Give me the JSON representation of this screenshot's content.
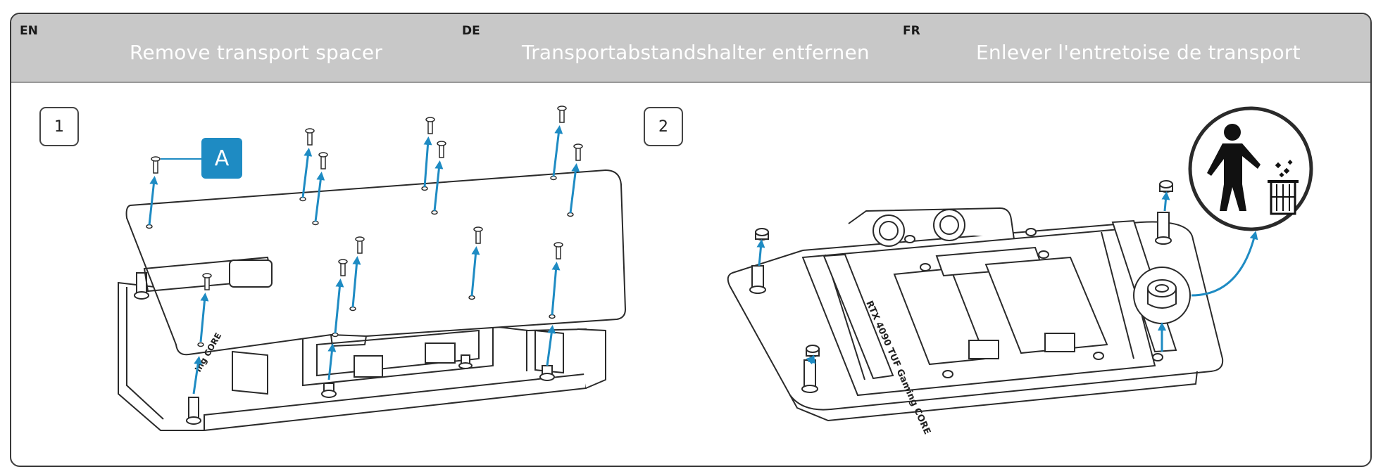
{
  "header": {
    "columns": [
      {
        "lang": "EN",
        "title": "Remove transport spacer"
      },
      {
        "lang": "DE",
        "title": "Transportabstandshalter entfernen"
      },
      {
        "lang": "FR",
        "title": "Enlever l'entretoise de transport"
      }
    ]
  },
  "steps": [
    {
      "number": "1",
      "callout": "A",
      "plate_text": "ing CORE"
    },
    {
      "number": "2",
      "plate_text": "RTX 4090 TUF Gaming CORE"
    }
  ],
  "colors": {
    "accent": "#1e8bc3",
    "header_bg": "#c8c8c8",
    "line": "#2a2a2a"
  },
  "icons": [
    "person-trash-disposal-icon"
  ]
}
